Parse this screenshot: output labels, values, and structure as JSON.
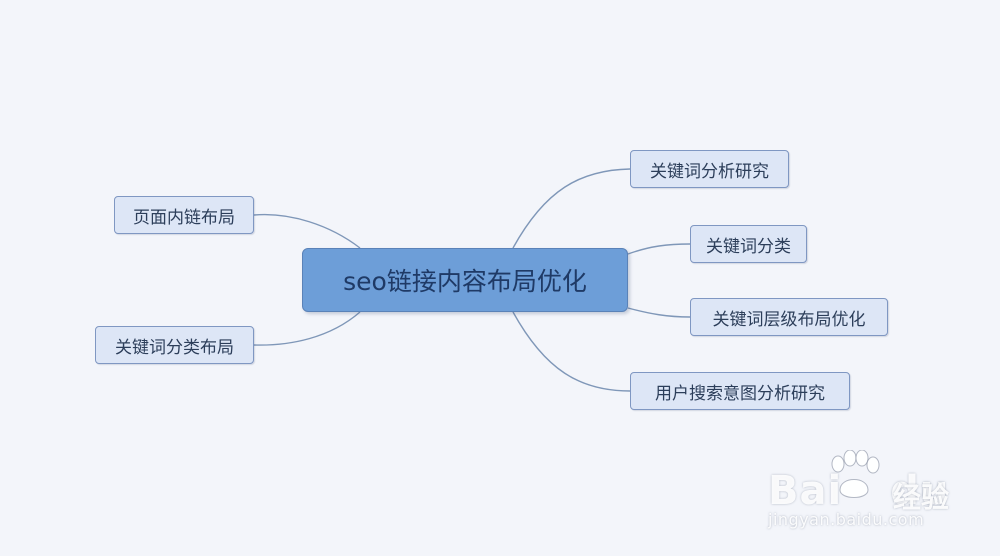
{
  "diagram": {
    "type": "mind-map",
    "center": {
      "label": "seo链接内容布局优化"
    },
    "branches_left": [
      {
        "label": "页面内链布局"
      },
      {
        "label": "关键词分类布局"
      }
    ],
    "branches_right": [
      {
        "label": "关键词分析研究"
      },
      {
        "label": "关键词分类"
      },
      {
        "label": "关键词层级布局优化"
      },
      {
        "label": "用户搜索意图分析研究"
      }
    ],
    "colors": {
      "background": "#f3f5fa",
      "center_fill": "#6d9ed8",
      "leaf_fill": "#dde6f6",
      "connector": "#7f97b8"
    }
  },
  "watermark": {
    "logo_text": "Bai",
    "logo_text_2": "du",
    "sub_text": "经验",
    "url": "jingyan.baidu.com",
    "icon": "paw-icon"
  }
}
